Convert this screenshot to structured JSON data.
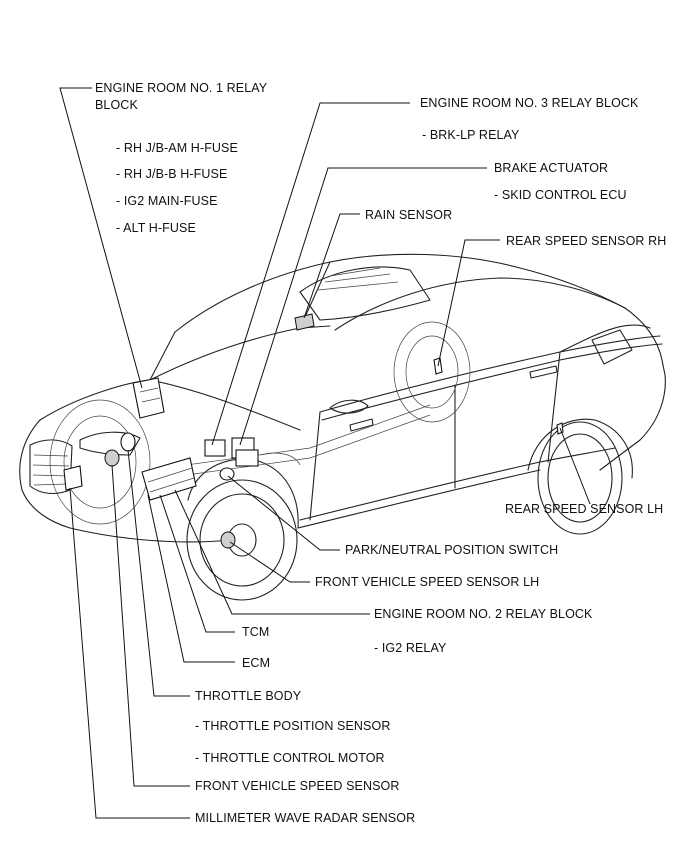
{
  "labels": {
    "engine_room_1": "ENGINE ROOM NO. 1 RELAY BLOCK",
    "engine_room_1_items": [
      "- RH J/B-AM H-FUSE",
      "- RH J/B-B H-FUSE",
      "- IG2 MAIN-FUSE",
      "- ALT H-FUSE"
    ],
    "engine_room_3": "ENGINE ROOM NO. 3 RELAY BLOCK",
    "engine_room_3_item": "- BRK-LP RELAY",
    "brake_actuator": "BRAKE ACTUATOR",
    "brake_actuator_item": "- SKID CONTROL ECU",
    "rain_sensor": "RAIN SENSOR",
    "rear_speed_rh": "REAR SPEED SENSOR RH",
    "rear_speed_lh": "REAR SPEED SENSOR LH",
    "park_neutral": "PARK/NEUTRAL POSITION SWITCH",
    "front_vehicle_speed_lh": "FRONT VEHICLE SPEED SENSOR LH",
    "engine_room_2": "ENGINE ROOM NO. 2 RELAY BLOCK",
    "engine_room_2_item": "- IG2 RELAY",
    "tcm": "TCM",
    "ecm": "ECM",
    "throttle_body": "THROTTLE BODY",
    "throttle_body_items": [
      "- THROTTLE POSITION SENSOR",
      "- THROTTLE CONTROL MOTOR"
    ],
    "front_vehicle_speed": "FRONT VEHICLE SPEED SENSOR",
    "mmw_radar": "MILLIMETER WAVE RADAR SENSOR"
  }
}
